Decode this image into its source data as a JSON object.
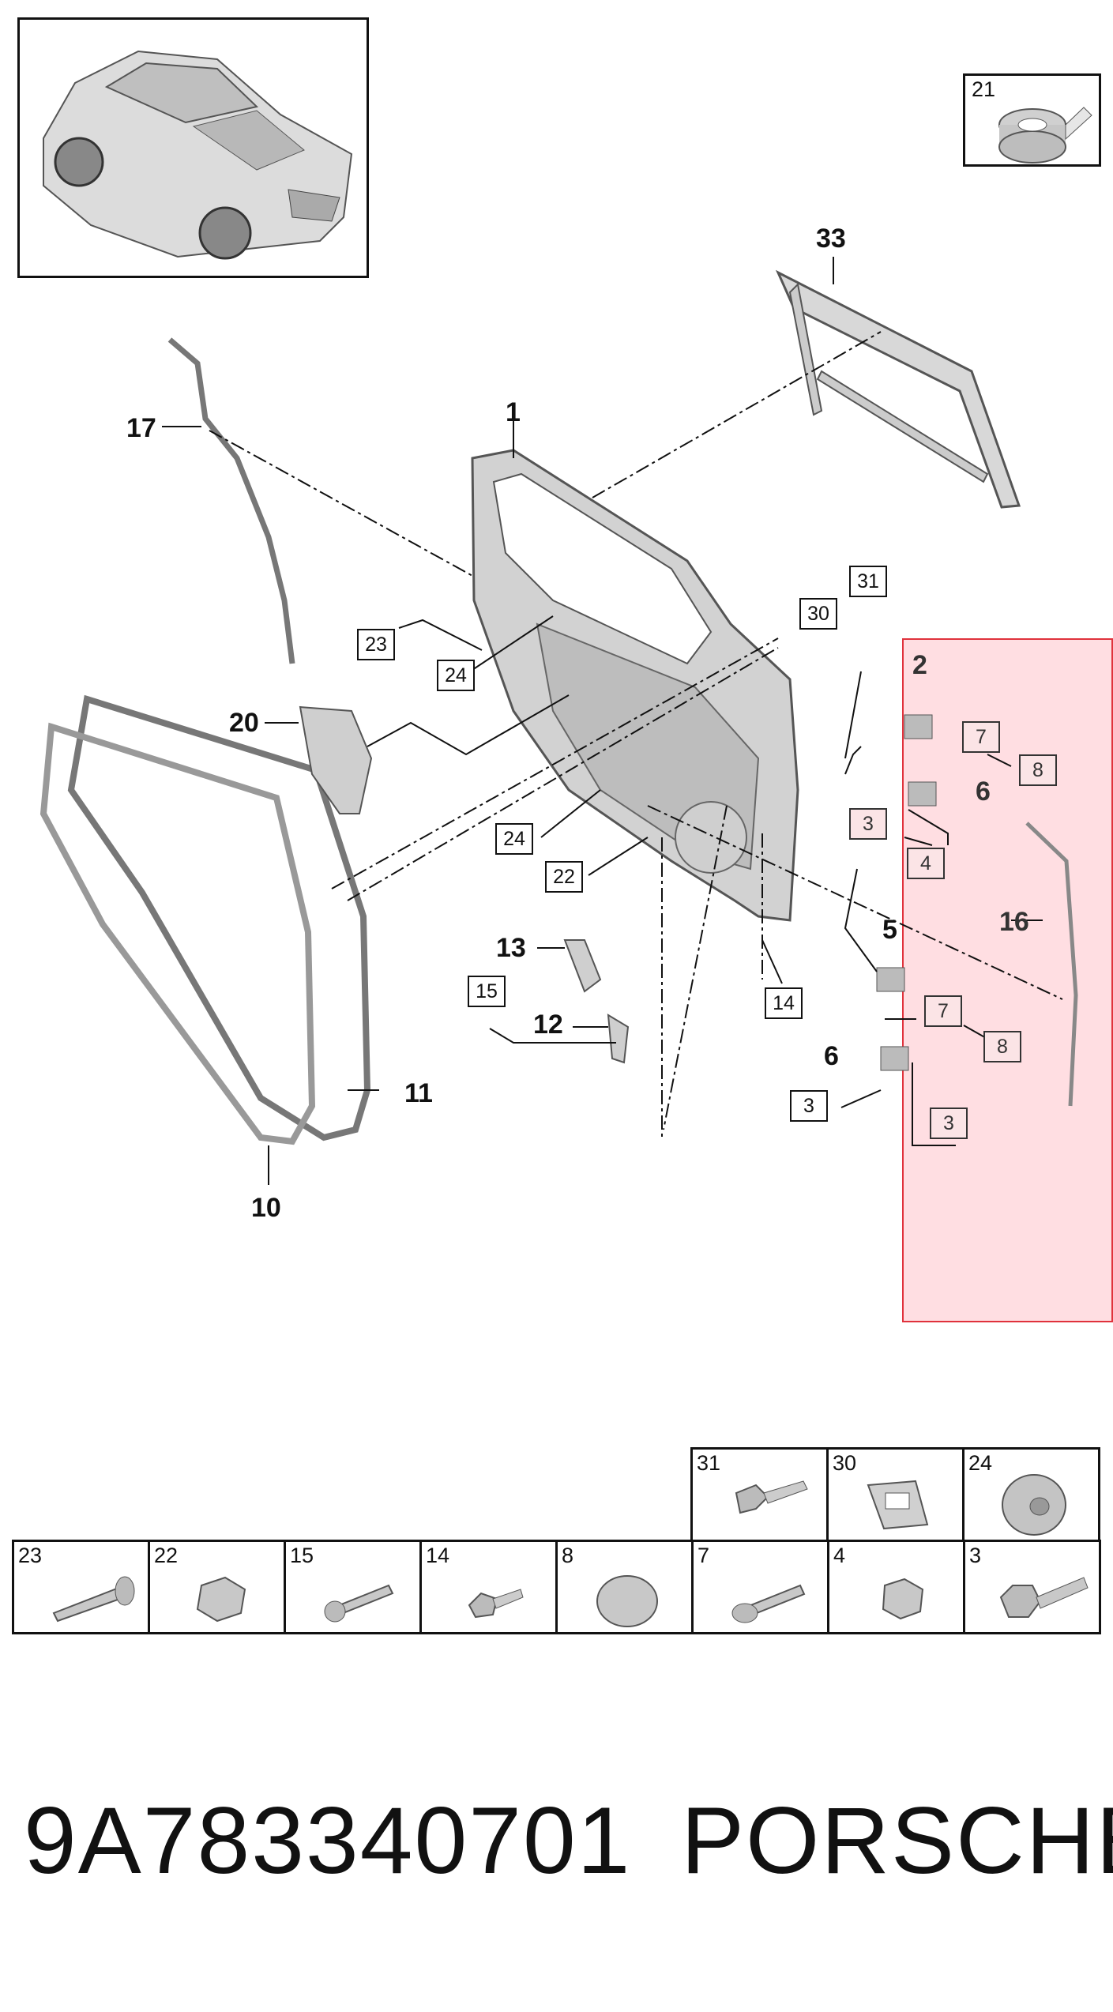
{
  "part_number": "9A783340701",
  "brand": "PORSCHE",
  "inset_label": "21",
  "callouts_bold": [
    "33",
    "1",
    "17",
    "20",
    "13",
    "12",
    "2",
    "6",
    "5",
    "6",
    "16",
    "11",
    "10"
  ],
  "callouts_boxed": [
    "31",
    "30",
    "23",
    "24",
    "24",
    "22",
    "15",
    "14",
    "3",
    "4",
    "7",
    "8",
    "7",
    "8",
    "3",
    "3"
  ],
  "parts_table_top": [
    "31",
    "30",
    "24"
  ],
  "parts_table_bottom": [
    "23",
    "22",
    "15",
    "14",
    "8",
    "7",
    "4",
    "3"
  ],
  "colors": {
    "highlight": "#fbe4e6",
    "highlight_border": "#e0323c",
    "ink": "#111111"
  }
}
